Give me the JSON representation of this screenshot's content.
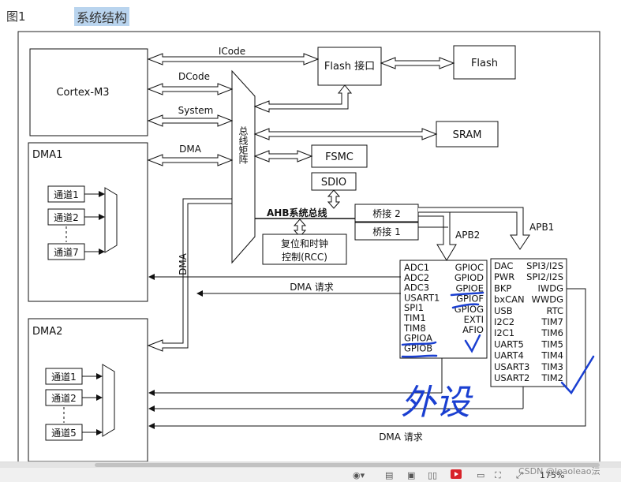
{
  "figure": {
    "number": "图1",
    "caption": "系统结构"
  },
  "blocks": {
    "cortex": "Cortex-M3",
    "flash_if": "Flash 接口",
    "flash": "Flash",
    "sram": "SRAM",
    "fsmc": "FSMC",
    "sdio": "SDIO",
    "bus_matrix": "总线矩阵",
    "dma1": "DMA1",
    "dma2": "DMA2",
    "rcc_line1": "复位和时钟",
    "rcc_line2": "控制(RCC)",
    "bridge2": "桥接 2",
    "bridge1": "桥接 1"
  },
  "buses": {
    "icode": "ICode",
    "dcode": "DCode",
    "system": "System",
    "dma": "DMA",
    "dma_vertical": "DMA",
    "ahb": "AHB系统总线",
    "apb2": "APB2",
    "apb1": "APB1",
    "dma_request_1": "DMA 请求",
    "dma_request_2": "DMA 请求"
  },
  "dma1_channels": [
    "通道1",
    "通道2",
    "通道7"
  ],
  "dma2_channels": [
    "通道1",
    "通道2",
    "通道5"
  ],
  "apb2_left": [
    "ADC1",
    "ADC2",
    "ADC3",
    "USART1",
    "SPI1",
    "TIM1",
    "TIM8",
    "GPIOA",
    "GPIOB"
  ],
  "apb2_right": [
    "GPIOC",
    "GPIOD",
    "GPIOE",
    "GPIOF",
    "GPIOG",
    "EXTI",
    "AFIO"
  ],
  "apb1_left": [
    "DAC",
    "PWR",
    "BKP",
    "bxCAN",
    "USB",
    "I2C2",
    "I2C1",
    "UART5",
    "UART4",
    "USART3",
    "USART2"
  ],
  "apb1_right": [
    "SPI3/I2S",
    "SPI2/I2S",
    "IWDG",
    "WWDG",
    "RTC",
    "TIM7",
    "TIM6",
    "TIM5",
    "TIM4",
    "TIM3",
    "TIM2"
  ],
  "handwriting": "外设",
  "statusbar": {
    "zoom": "175%",
    "watermark": "CSDN @leaoleao沄"
  },
  "colors": {
    "annotation_blue": "#1a3fd1",
    "caption_highlight": "#b9d4ee",
    "play_red": "#d8232a"
  }
}
